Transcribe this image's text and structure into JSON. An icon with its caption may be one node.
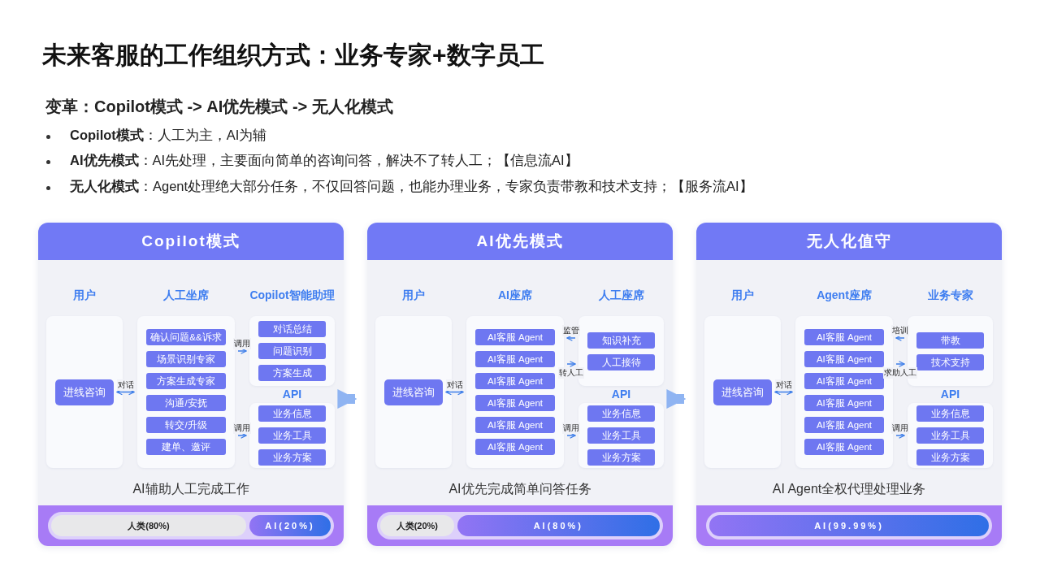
{
  "diagram": {
    "title": "未来客服的工作组织方式：业务专家+数字员工",
    "nodes": [
      {
        "text": [
          "Copilot模式"
        ]
      },
      {
        "text": [
          "用户"
        ],
        "in": 0
      },
      {
        "text": [
          "进线咨询"
        ],
        "in": 1
      },
      {
        "text": [
          "人工坐席"
        ],
        "in": 0
      },
      {
        "text": [
          "确认问题&&诉求"
        ],
        "in": 3
      },
      {
        "text": [
          "场景识别专家"
        ],
        "in": 3
      },
      {
        "text": [
          "方案生成专家"
        ],
        "in": 3
      },
      {
        "text": [
          "沟通/安抚"
        ],
        "in": 3
      },
      {
        "text": [
          "转交/升级"
        ],
        "in": 3
      },
      {
        "text": [
          "建单、邀评"
        ],
        "in": 3
      },
      {
        "text": [
          "Copilot智能助理"
        ],
        "in": 0
      },
      {
        "text": [
          "对话总结"
        ],
        "in": 10
      },
      {
        "text": [
          "问题识别"
        ],
        "in": 10
      },
      {
        "text": [
          "方案生成"
        ],
        "in": 10
      },
      {
        "text": [
          "API"
        ],
        "in": 0
      },
      {
        "text": [
          "业务信息"
        ],
        "in": 14
      },
      {
        "text": [
          "业务工具"
        ],
        "in": 14
      },
      {
        "text": [
          "业务方案"
        ],
        "in": 14
      },
      {
        "text": [],
        "shape": "bar",
        "in": 0
      },
      {
        "text": [
          "人类(80%)"
        ],
        "in": 18
      },
      {
        "text": [
          "AI(20%)"
        ],
        "in": 18
      },
      {
        "text": [
          "AI优先模式"
        ]
      },
      {
        "text": [
          "用户"
        ],
        "in": 21
      },
      {
        "text": [
          "进线咨询"
        ],
        "in": 22
      },
      {
        "text": [
          "AI座席"
        ],
        "in": 21
      },
      {
        "text": [
          "AI客服 Agent"
        ],
        "in": 24
      },
      {
        "text": [
          "AI客服 Agent"
        ],
        "in": 24
      },
      {
        "text": [
          "AI客服 Agent"
        ],
        "in": 24
      },
      {
        "text": [
          "AI客服 Agent"
        ],
        "in": 24
      },
      {
        "text": [
          "AI客服 Agent"
        ],
        "in": 24
      },
      {
        "text": [
          "AI客服 Agent"
        ],
        "in": 24
      },
      {
        "text": [
          "人工座席"
        ],
        "in": 21
      },
      {
        "text": [
          "知识补充"
        ],
        "in": 31
      },
      {
        "text": [
          "人工接待"
        ],
        "in": 31
      },
      {
        "text": [
          "API"
        ],
        "in": 21
      },
      {
        "text": [
          "业务信息"
        ],
        "in": 34
      },
      {
        "text": [
          "业务工具"
        ],
        "in": 34
      },
      {
        "text": [
          "业务方案"
        ],
        "in": 34
      },
      {
        "text": [],
        "shape": "bar",
        "in": 21
      },
      {
        "text": [
          "人类(20%)"
        ],
        "in": 38
      },
      {
        "text": [
          "AI(80%)"
        ],
        "in": 38
      },
      {
        "text": [
          "无人化值守"
        ]
      },
      {
        "text": [
          "用户"
        ],
        "in": 41
      },
      {
        "text": [
          "进线咨询"
        ],
        "in": 42
      },
      {
        "text": [
          "Agent座席"
        ],
        "in": 41
      },
      {
        "text": [
          "AI客服 Agent"
        ],
        "in": 44
      },
      {
        "text": [
          "AI客服 Agent"
        ],
        "in": 44
      },
      {
        "text": [
          "AI客服 Agent"
        ],
        "in": 44
      },
      {
        "text": [
          "AI客服 Agent"
        ],
        "in": 44
      },
      {
        "text": [
          "AI客服 Agent"
        ],
        "in": 44
      },
      {
        "text": [
          "AI客服 Agent"
        ],
        "in": 44
      },
      {
        "text": [
          "业务专家"
        ],
        "in": 41
      },
      {
        "text": [
          "带教"
        ],
        "in": 51
      },
      {
        "text": [
          "技术支持"
        ],
        "in": 51
      },
      {
        "text": [
          "API"
        ],
        "in": 41
      },
      {
        "text": [
          "业务信息"
        ],
        "in": 54
      },
      {
        "text": [
          "业务工具"
        ],
        "in": 54
      },
      {
        "text": [
          "业务方案"
        ],
        "in": 54
      },
      {
        "text": [],
        "shape": "bar",
        "in": 41
      },
      {
        "text": [
          "AI(99.99%)"
        ],
        "in": 58
      }
    ],
    "edges": [
      {
        "from": 2,
        "to": 3,
        "arrow": "both",
        "label": "对话"
      },
      {
        "from": 3,
        "to": 10,
        "arrow": "to",
        "label": "调用"
      },
      {
        "from": 3,
        "to": 14,
        "arrow": "to",
        "label": "调用"
      },
      {
        "from": 0,
        "to": 21,
        "arrow": "to",
        "style": "thick",
        "color": "#8fb4f2"
      },
      {
        "from": 23,
        "to": 24,
        "arrow": "both",
        "label": "对话"
      },
      {
        "from": 31,
        "to": 24,
        "arrow": "to",
        "label": "监管"
      },
      {
        "from": 24,
        "to": 31,
        "arrow": "to",
        "label": "转人工"
      },
      {
        "from": 24,
        "to": 34,
        "arrow": "to",
        "label": "调用"
      },
      {
        "from": 21,
        "to": 41,
        "arrow": "to",
        "style": "thick",
        "color": "#8fb4f2"
      },
      {
        "from": 43,
        "to": 44,
        "arrow": "both",
        "label": "对话"
      },
      {
        "from": 51,
        "to": 44,
        "arrow": "to",
        "label": "培训"
      },
      {
        "from": 44,
        "to": 51,
        "arrow": "to",
        "label": "求助人工"
      },
      {
        "from": 44,
        "to": 54,
        "arrow": "to",
        "label": "调用"
      }
    ],
    "labels": [
      "变革：Copilot模式 -> AI优先模式 -> 无人化模式",
      "**Copilot模式**：人工为主，AI为辅",
      "**AI优先模式**：AI先处理，主要面向简单的咨询问答，解决不了转人工；【信息流AI】",
      "**无人化模式**：Agent处理绝大部分任务，不仅回答问题，也能办理业务，专家负责带教和技术支持；【服务流AI】",
      "AI辅助人工完成工作",
      "AI优先完成简单问答任务",
      "AI Agent全权代理处理业务"
    ]
  }
}
